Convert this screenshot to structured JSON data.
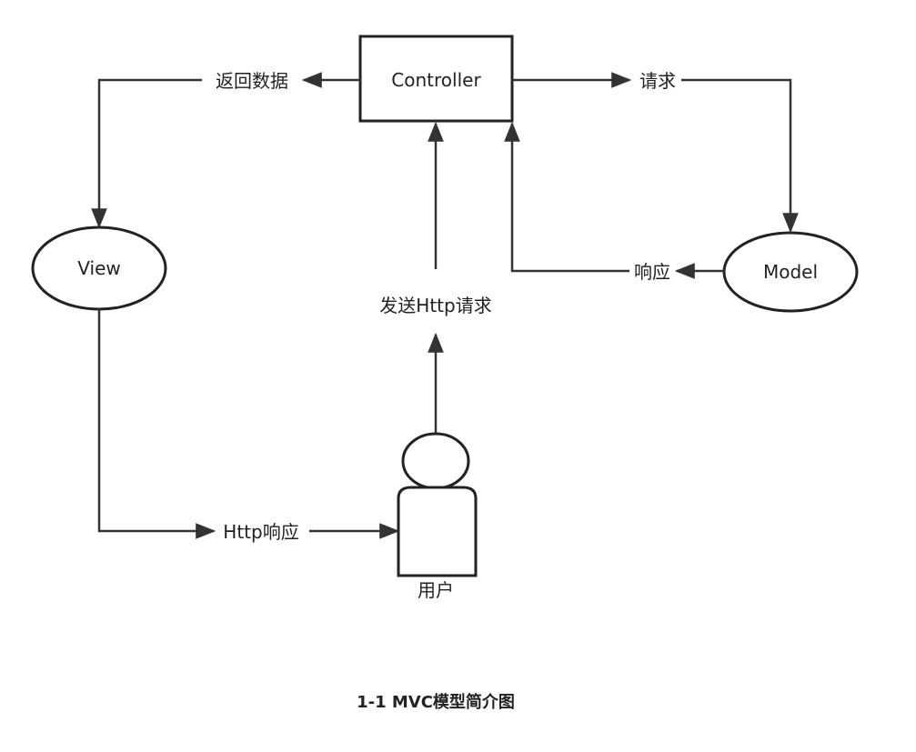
{
  "nodes": {
    "controller": "Controller",
    "view": "View",
    "model": "Model",
    "user": "用户"
  },
  "edges": {
    "return_data": "返回数据",
    "request": "请求",
    "send_http_request": "发送Http请求",
    "response": "响应",
    "http_response": "Http响应"
  },
  "caption": "1-1 MVC模型简介图",
  "colors": {
    "stroke": "#333333",
    "text": "#222222",
    "background": "#ffffff"
  }
}
